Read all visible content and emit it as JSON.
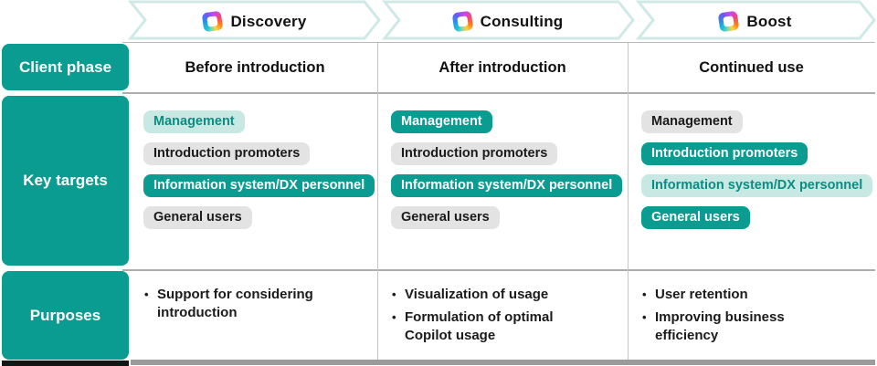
{
  "banners": {
    "items": [
      {
        "label": "Discovery",
        "icon": "copilot-icon"
      },
      {
        "label": "Consulting",
        "icon": "copilot-icon"
      },
      {
        "label": "Boost",
        "icon": "copilot-icon"
      }
    ]
  },
  "row_headers": {
    "client_phase": "Client phase",
    "key_targets": "Key targets",
    "purposes": "Purposes"
  },
  "client_phase": {
    "columns": [
      "Before introduction",
      "After introduction",
      "Continued use"
    ]
  },
  "key_targets": {
    "columns": [
      {
        "pills": [
          {
            "label": "Management",
            "variant": "light"
          },
          {
            "label": "Introduction promoters",
            "variant": "gray"
          },
          {
            "label": "Information system/DX personnel",
            "variant": "solid"
          },
          {
            "label": "General users",
            "variant": "gray"
          }
        ]
      },
      {
        "pills": [
          {
            "label": "Management",
            "variant": "solid"
          },
          {
            "label": "Introduction promoters",
            "variant": "gray"
          },
          {
            "label": "Information system/DX personnel",
            "variant": "solid"
          },
          {
            "label": "General users",
            "variant": "gray"
          }
        ]
      },
      {
        "pills": [
          {
            "label": "Management",
            "variant": "gray"
          },
          {
            "label": "Introduction promoters",
            "variant": "solid"
          },
          {
            "label": "Information system/DX personnel",
            "variant": "light"
          },
          {
            "label": "General users",
            "variant": "solid"
          }
        ]
      }
    ]
  },
  "purposes": {
    "bullet_char": "•",
    "columns": [
      {
        "items": [
          "Support for considering introduction"
        ]
      },
      {
        "items": [
          "Visualization of usage",
          "Formulation of optimal Copilot usage"
        ]
      },
      {
        "items": [
          "User retention",
          "Improving business efficiency"
        ]
      }
    ]
  },
  "colors": {
    "teal": "#0a9c90",
    "teal_light_bg": "#c7e8e3",
    "teal_light_text": "#0c8d82",
    "gray_pill_bg": "#e3e3e3",
    "banner_outline": "#cfe9e6",
    "grid_line": "#adadad",
    "text_dark": "#1b1b1b"
  }
}
